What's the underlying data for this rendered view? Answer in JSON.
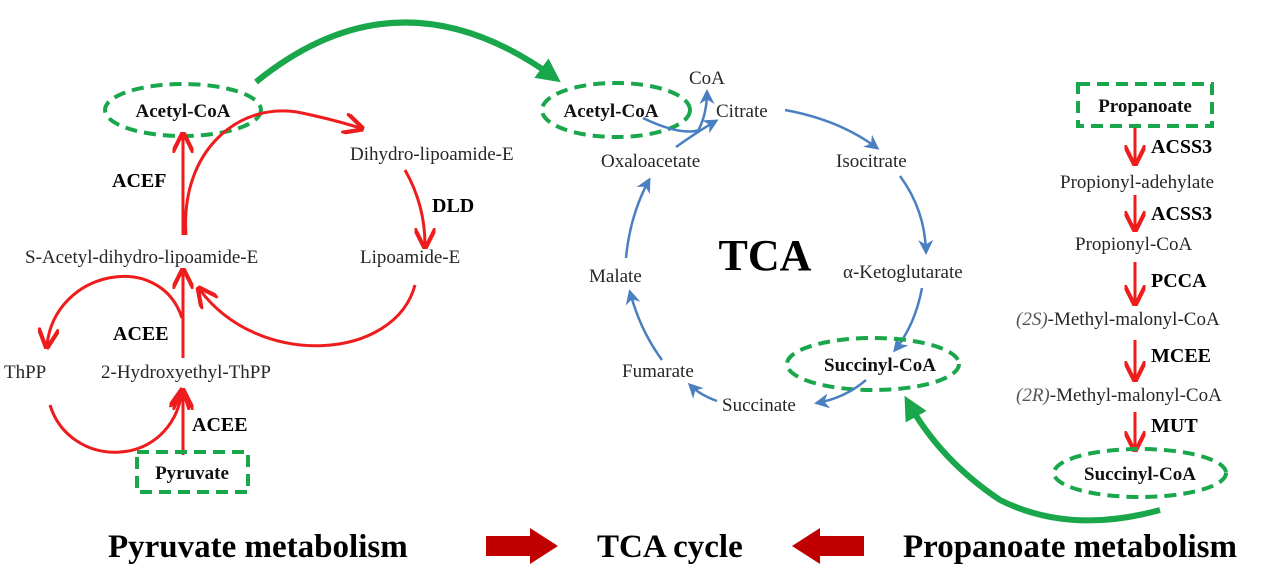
{
  "colors": {
    "red": "#ee1c1c",
    "blue": "#4a7fc1",
    "green": "#1aa64a",
    "dark_red": "#c00000"
  },
  "pyruvate": {
    "acetyl_coa": "Acetyl-CoA",
    "dihydro_lipoamide": "Dihydro-lipoamide-E",
    "dld": "DLD",
    "acef": "ACEF",
    "s_acetyl": "S-Acetyl-dihydro-lipoamide-E",
    "lipoamide": "Lipoamide-E",
    "acee_upper": "ACEE",
    "thpp": "ThPP",
    "hydroxyethyl": "2-Hydroxyethyl-ThPP",
    "acee_lower": "ACEE",
    "pyruvate": "Pyruvate"
  },
  "tca": {
    "title": "TCA",
    "coa": "CoA",
    "acetyl_coa": "Acetyl-CoA",
    "citrate": "Citrate",
    "oxaloacetate": "Oxaloacetate",
    "isocitrate": "Isocitrate",
    "malate": "Malate",
    "ketoglutarate": "α-Ketoglutarate",
    "fumarate": "Fumarate",
    "succinyl_coa": "Succinyl-CoA",
    "succinate": "Succinate"
  },
  "propanoate": {
    "propanoate": "Propanoate",
    "acss3_1": "ACSS3",
    "propionyl_adenylate": "Propionyl-adehylate",
    "acss3_2": "ACSS3",
    "propionyl_coa": "Propionyl-CoA",
    "pcca": "PCCA",
    "methyl_2s_prefix": "(2S)",
    "methyl_2s_rest": "-Methyl-malonyl-CoA",
    "mcee": "MCEE",
    "methyl_2r_prefix": "(2R)",
    "methyl_2r_rest": "-Methyl-malonyl-CoA",
    "mut": "MUT",
    "succinyl_coa": "Succinyl-CoA"
  },
  "footer": {
    "pyruvate_metabolism": "Pyruvate metabolism",
    "tca_cycle": "TCA cycle",
    "propanoate_metabolism": "Propanoate metabolism"
  }
}
